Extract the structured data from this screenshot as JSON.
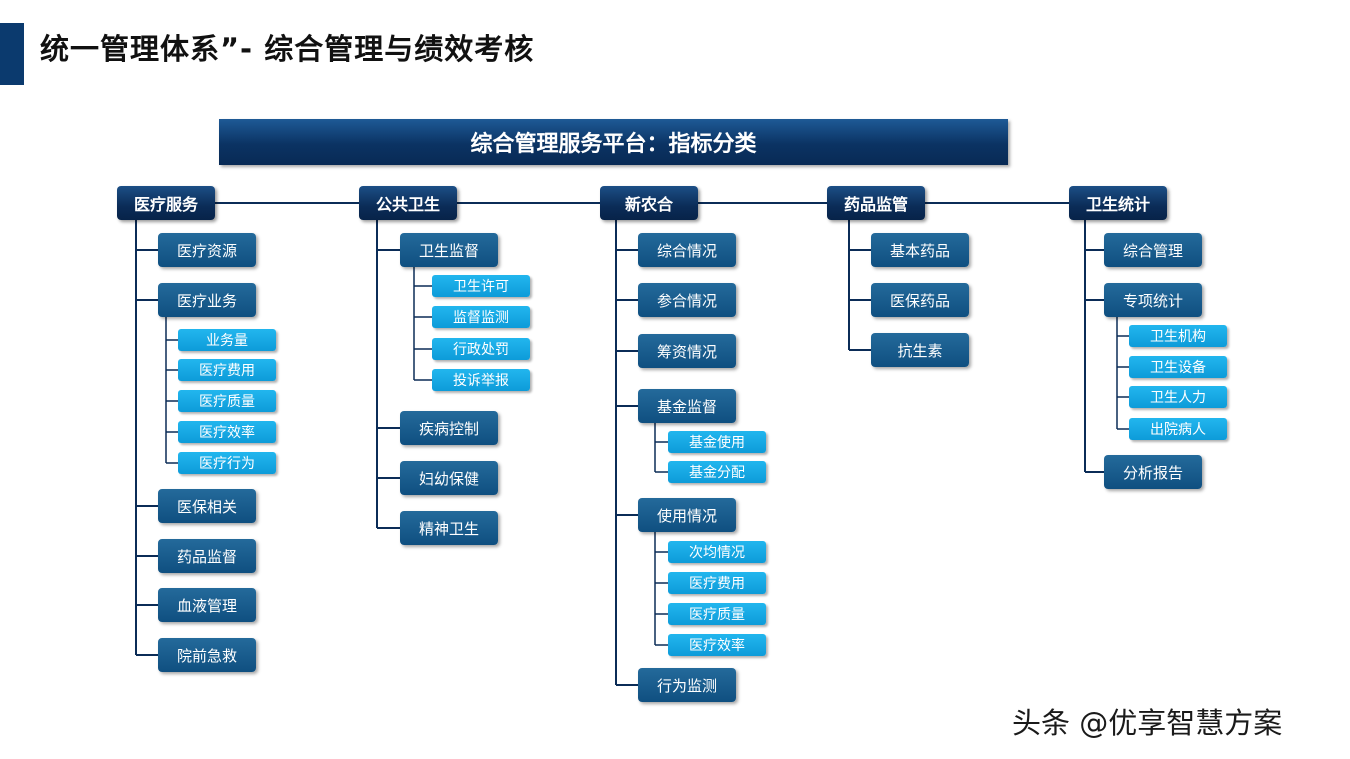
{
  "title": "统一管理体系”- 综合管理与绩效考核",
  "banner": "综合管理服务平台：指标分类",
  "categories": [
    {
      "label": "医疗服务",
      "items": [
        {
          "label": "医疗资源"
        },
        {
          "label": "医疗业务",
          "children": [
            "业务量",
            "医疗费用",
            "医疗质量",
            "医疗效率",
            "医疗行为"
          ]
        },
        {
          "label": "医保相关"
        },
        {
          "label": "药品监督"
        },
        {
          "label": "血液管理"
        },
        {
          "label": "院前急救"
        }
      ]
    },
    {
      "label": "公共卫生",
      "items": [
        {
          "label": "卫生监督",
          "children": [
            "卫生许可",
            "监督监测",
            "行政处罚",
            "投诉举报"
          ]
        },
        {
          "label": "疾病控制"
        },
        {
          "label": "妇幼保健"
        },
        {
          "label": "精神卫生"
        }
      ]
    },
    {
      "label": "新农合",
      "items": [
        {
          "label": "综合情况"
        },
        {
          "label": "参合情况"
        },
        {
          "label": "筹资情况"
        },
        {
          "label": "基金监督",
          "children": [
            "基金使用",
            "基金分配"
          ]
        },
        {
          "label": "使用情况",
          "children": [
            "次均情况",
            "医疗费用",
            "医疗质量",
            "医疗效率"
          ]
        },
        {
          "label": "行为监测"
        }
      ]
    },
    {
      "label": "药品监管",
      "items": [
        {
          "label": "基本药品"
        },
        {
          "label": "医保药品"
        },
        {
          "label": "抗生素"
        }
      ]
    },
    {
      "label": "卫生统计",
      "items": [
        {
          "label": "综合管理"
        },
        {
          "label": "专项统计",
          "children": [
            "卫生机构",
            "卫生设备",
            "卫生人力",
            "出院病人"
          ]
        },
        {
          "label": "分析报告"
        }
      ]
    }
  ],
  "watermark": "头条 @优享智慧方案",
  "colors": {
    "header_navy": "#0b3363",
    "node_blue": "#0f4f80",
    "leaf_cyan": "#0d9bd9",
    "connector": "#0b2c57"
  }
}
